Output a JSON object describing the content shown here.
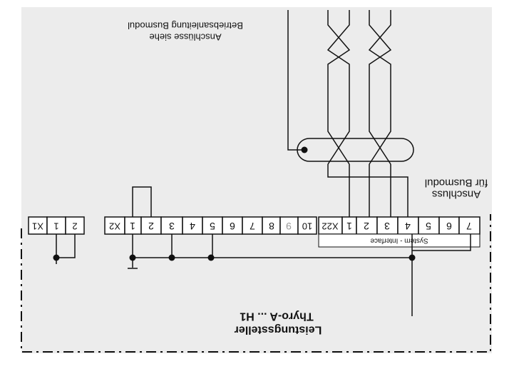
{
  "colors": {
    "background": "#ececec",
    "line": "#111111",
    "terminal_fill": "#ffffff",
    "grey_text": "#9a9a9a"
  },
  "labels": {
    "busmodule_reference_line1": "Anschlüsse siehe",
    "busmodule_reference_line2": "Betriebsanleitung Busmodul",
    "busmodule_connection_line1": "Anschluss",
    "busmodule_connection_line2": "für Busmodul",
    "device_name_line1": "Thyro-A ... H1",
    "device_name_line2": "Leistungssteller",
    "system_interface": "System - Interface"
  },
  "terminal_blocks": {
    "x1": [
      "X1",
      "1",
      "2"
    ],
    "x2": [
      "X2",
      "1",
      "2",
      "3",
      "4",
      "5",
      "6",
      "7",
      "8",
      "9",
      "10"
    ],
    "x22": [
      "X22",
      "1",
      "2",
      "3",
      "4",
      "5",
      "6",
      "7"
    ]
  }
}
